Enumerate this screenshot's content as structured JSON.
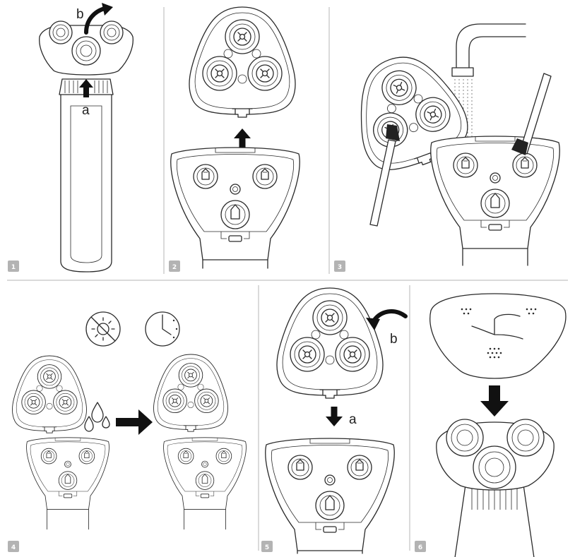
{
  "steps": [
    {
      "number": "1",
      "labels": {
        "a": "a",
        "b": "b"
      }
    },
    {
      "number": "2"
    },
    {
      "number": "3"
    },
    {
      "number": "4"
    },
    {
      "number": "5",
      "labels": {
        "a": "a",
        "b": "b"
      }
    },
    {
      "number": "6"
    }
  ],
  "icons": [
    "no-sun-icon",
    "clock-icon",
    "water-drops-icon",
    "brush-icon",
    "faucet-icon"
  ],
  "colors": {
    "line": "#2a2a2a",
    "badge": "#b3b3b3",
    "divider": "#b5b5b5",
    "background": "#ffffff"
  }
}
